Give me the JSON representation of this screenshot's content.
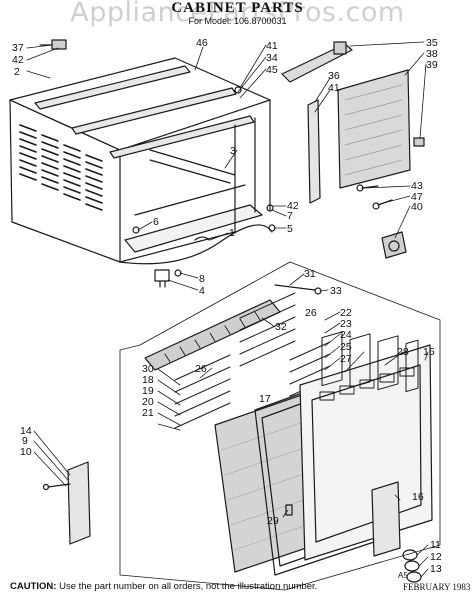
{
  "watermark": "AppliancePartsPros.com",
  "title": "CABINET PARTS",
  "model_line": "For Model: 106.8700031",
  "caution_label": "CAUTION:",
  "caution_text": "Use the part number on all orders, not the illustration number.",
  "illustration_code": "A5",
  "date": "FEBRUARY 1983",
  "callouts": [
    "37",
    "42",
    "2",
    "46",
    "41",
    "34",
    "45",
    "35",
    "38",
    "39",
    "36",
    "41",
    "3",
    "6",
    "7",
    "42",
    "5",
    "1",
    "8",
    "4",
    "43",
    "47",
    "40",
    "31",
    "33",
    "32",
    "26",
    "22",
    "23",
    "24",
    "25",
    "27",
    "28",
    "15",
    "26",
    "30",
    "18",
    "19",
    "20",
    "21",
    "17",
    "14",
    "9",
    "10",
    "16",
    "29",
    "11",
    "12",
    "13"
  ]
}
